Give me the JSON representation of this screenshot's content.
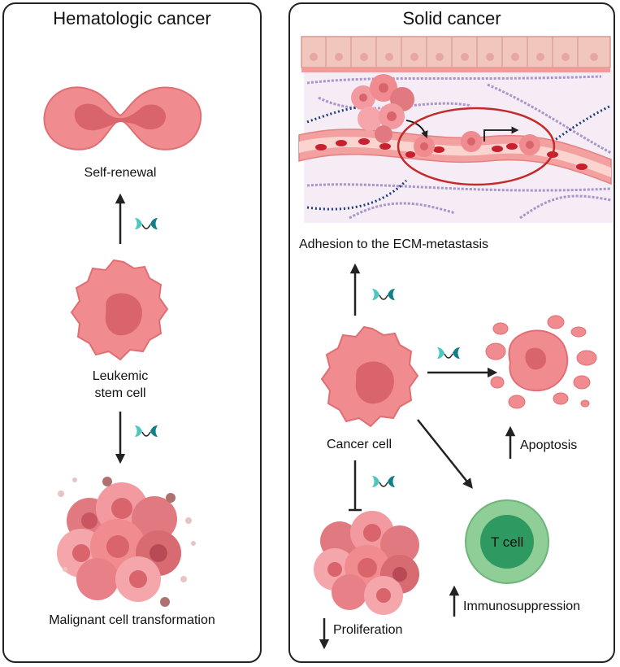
{
  "hematologic": {
    "title": "Hematologic cancer",
    "self_renewal": "Self-renewal",
    "leukemic_line1": "Leukemic",
    "leukemic_line2": "stem cell",
    "malignant": "Malignant cell transformation"
  },
  "solid": {
    "title": "Solid cancer",
    "adhesion": "Adhesion to the ECM-metastasis",
    "cancer_cell": "Cancer cell",
    "apoptosis": "Apoptosis",
    "t_cell": "T cell",
    "immunosuppression": "Immunosuppression",
    "proliferation": "Proliferation"
  },
  "colors": {
    "cell_fill": "#f08b8f",
    "cell_edge": "#e06f74",
    "nucleus": "#d9646b",
    "antibody_light": "#4fc6c0",
    "antibody_dark": "#137f86",
    "tcell_outer": "#8fcf97",
    "tcell_inner": "#2e9a62",
    "vessel": "#f3a1a0",
    "ecm_bg": "#f5ecf5",
    "metastasis_ring": "#c42a2a"
  }
}
